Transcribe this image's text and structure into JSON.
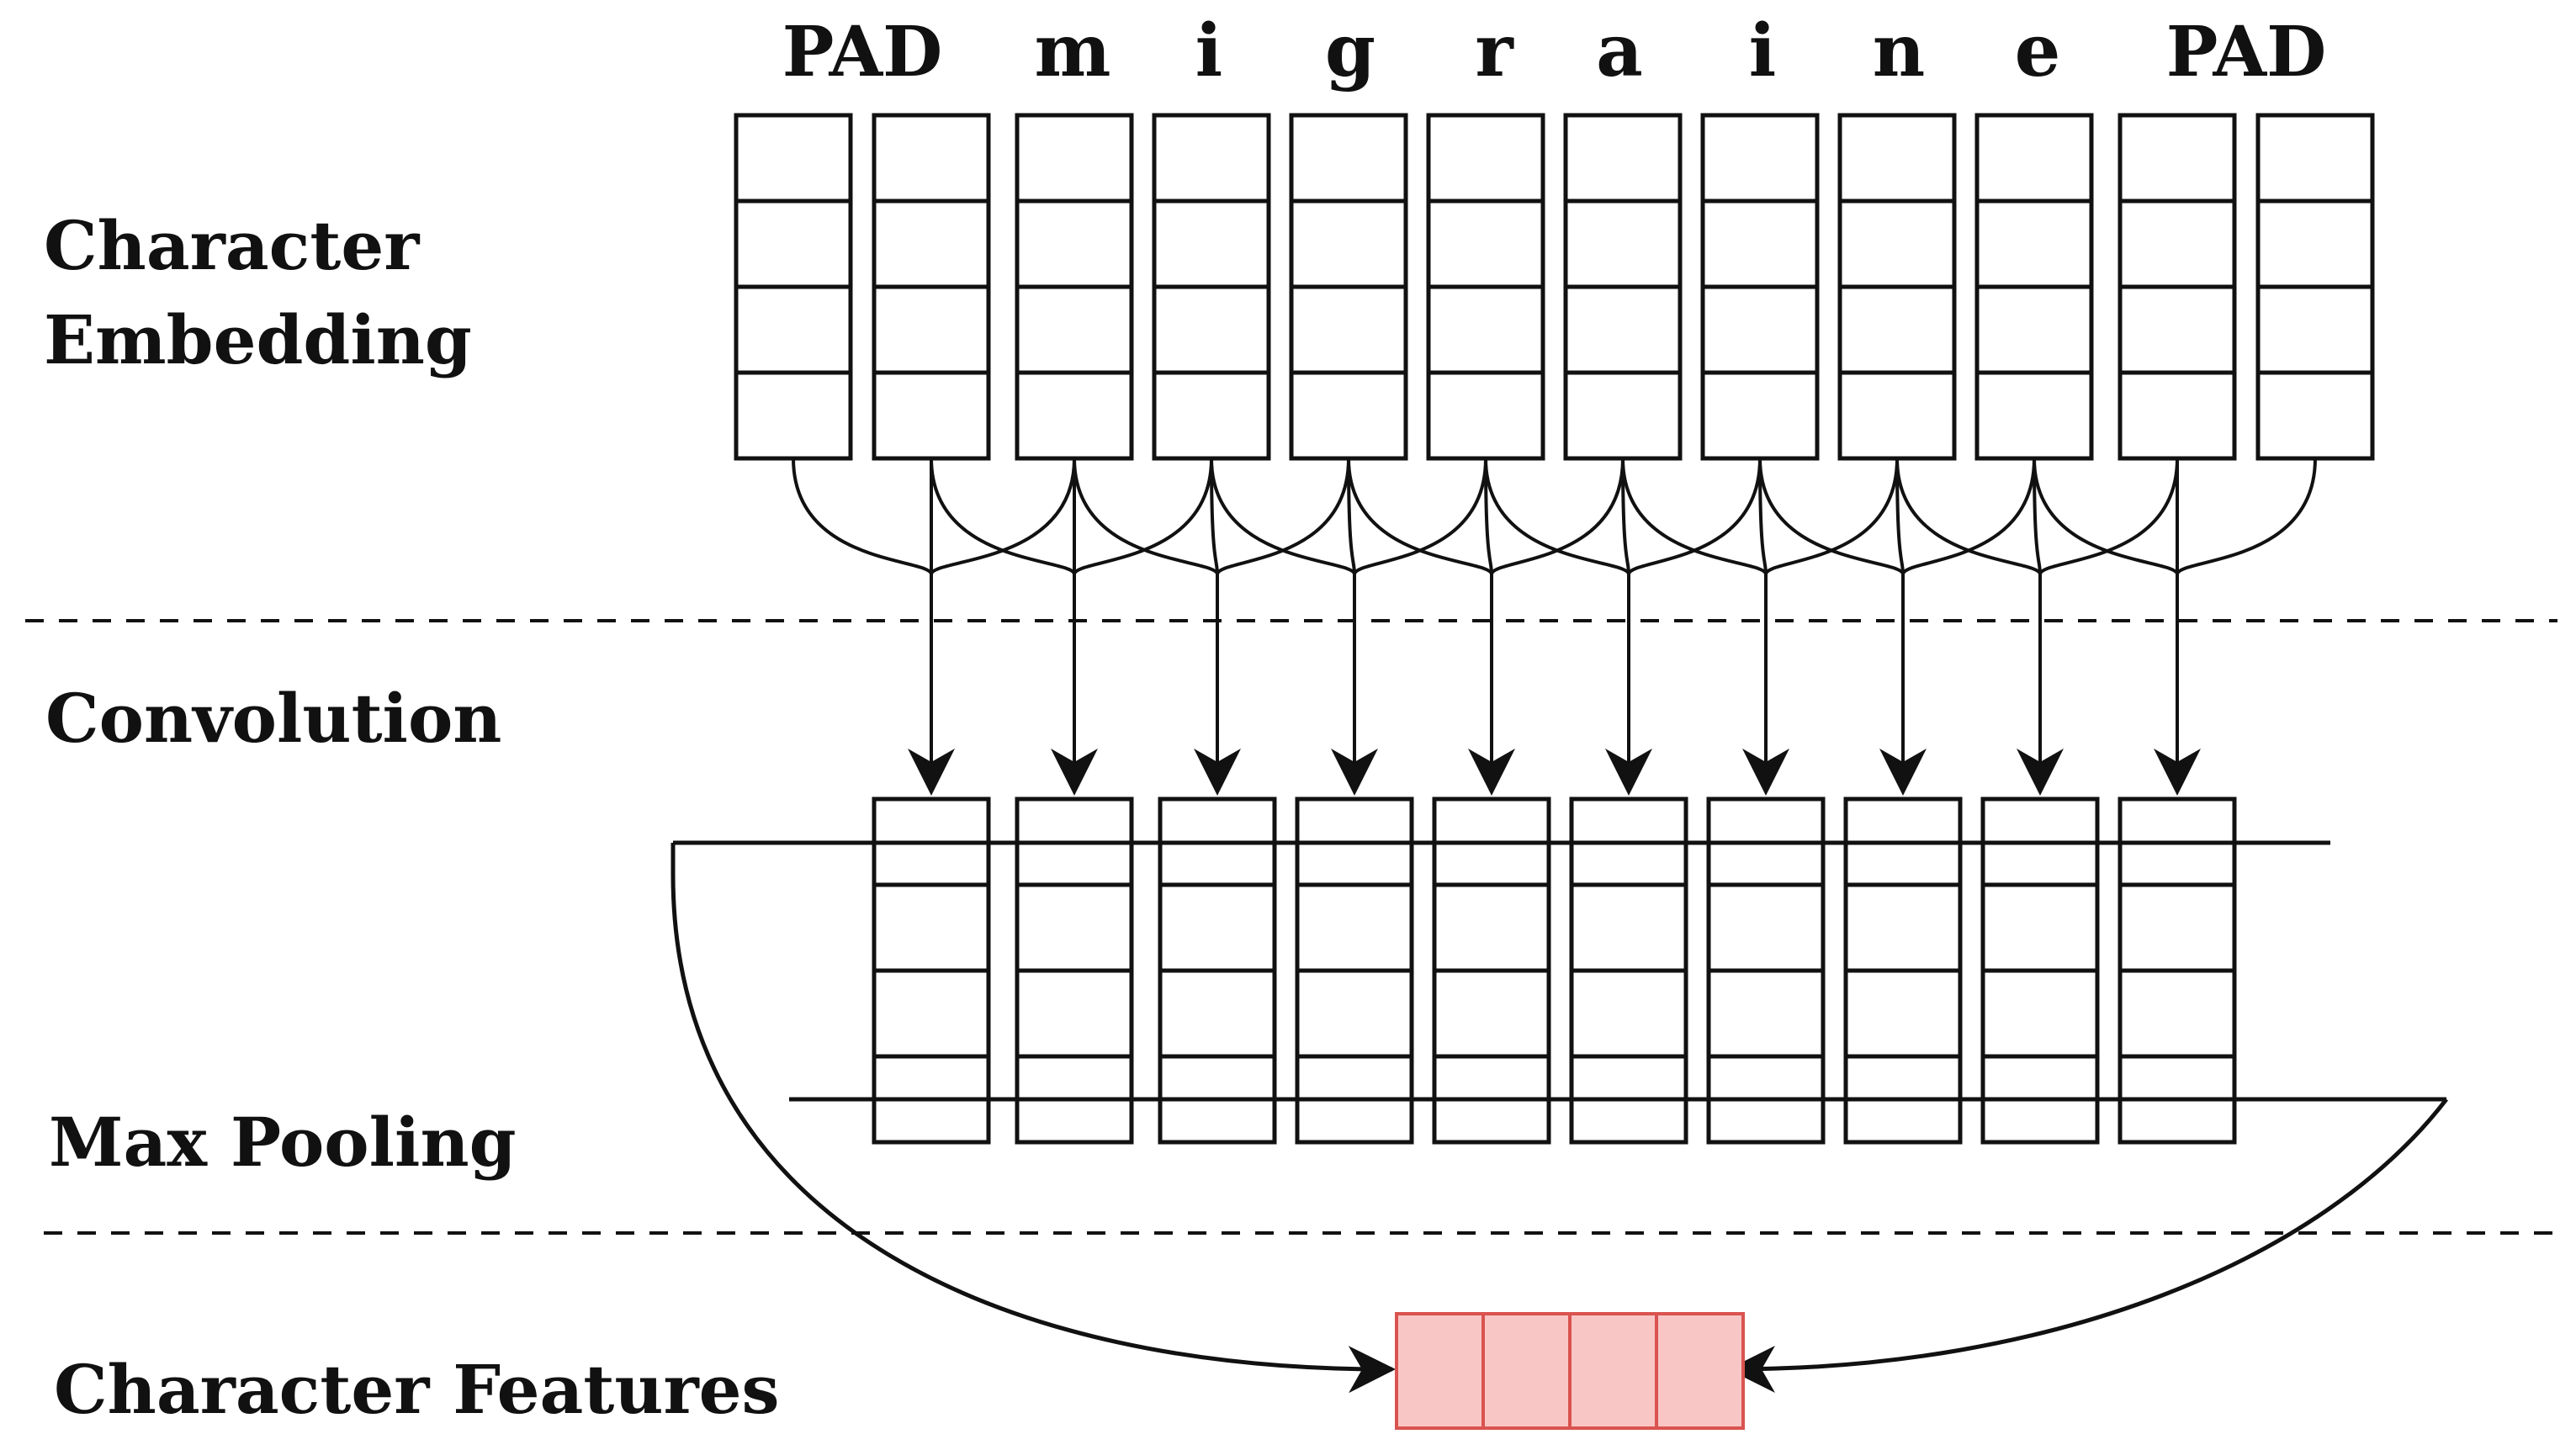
{
  "labels": {
    "embedding_line1": "Character",
    "embedding_line2": "Embedding",
    "convolution": "Convolution",
    "max_pooling": "Max Pooling",
    "features": "Character Features"
  },
  "characters": [
    "PAD",
    "m",
    "i",
    "g",
    "r",
    "a",
    "i",
    "n",
    "e",
    "PAD"
  ],
  "embedding": {
    "vectors": 12,
    "dims": 4
  },
  "convolution": {
    "outputs": 10,
    "dims": 4,
    "window": 3
  },
  "features": {
    "dims": 4
  },
  "colors": {
    "stroke": "#111111",
    "feature_fill": "#f9c6c6",
    "feature_stroke": "#d9534f"
  }
}
